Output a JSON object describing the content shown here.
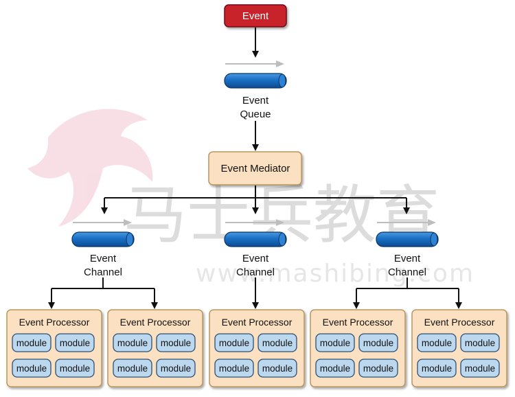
{
  "watermark": {
    "brand": "马士兵教育",
    "url": "www.mashibing.com"
  },
  "event": {
    "label": "Event"
  },
  "event_queue": {
    "line1": "Event",
    "line2": "Queue"
  },
  "mediator": {
    "label": "Event Mediator"
  },
  "channel": {
    "line1": "Event",
    "line2": "Channel"
  },
  "processor": {
    "label": "Event Processor",
    "module_label": "module"
  },
  "colors": {
    "event_fill": "#c8202b",
    "tube_fill": "#1a6fc4",
    "box_fill": "#fbe0c1",
    "box_stroke": "#b8965f",
    "module_fill": "#bcd8ef",
    "module_stroke": "#2c4f73"
  }
}
